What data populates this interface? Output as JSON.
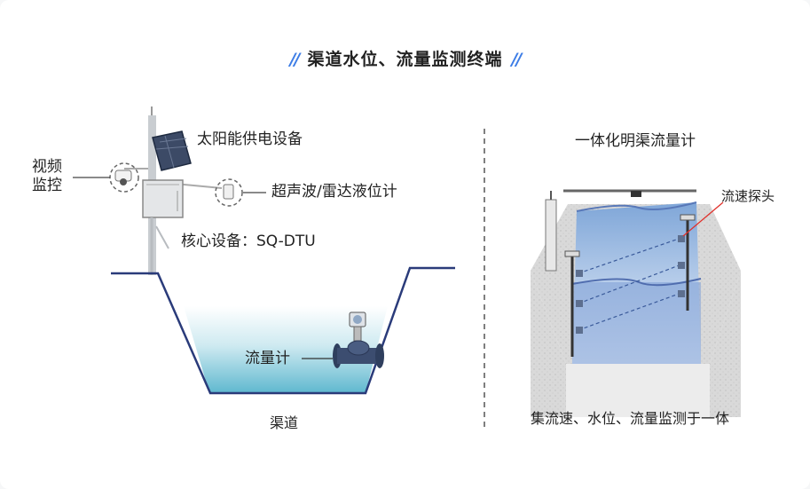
{
  "title": "渠道水位、流量监测终端",
  "left": {
    "solar": "太阳能供电设备",
    "video": "视频监控",
    "level_sensor": "超声波/雷达液位计",
    "core_device": "核心设备：SQ-DTU",
    "flowmeter": "流量计",
    "channel": "渠道"
  },
  "right": {
    "title": "一体化明渠流量计",
    "probe": "流速探头",
    "caption": "集流速、水位、流量监测于一体"
  }
}
